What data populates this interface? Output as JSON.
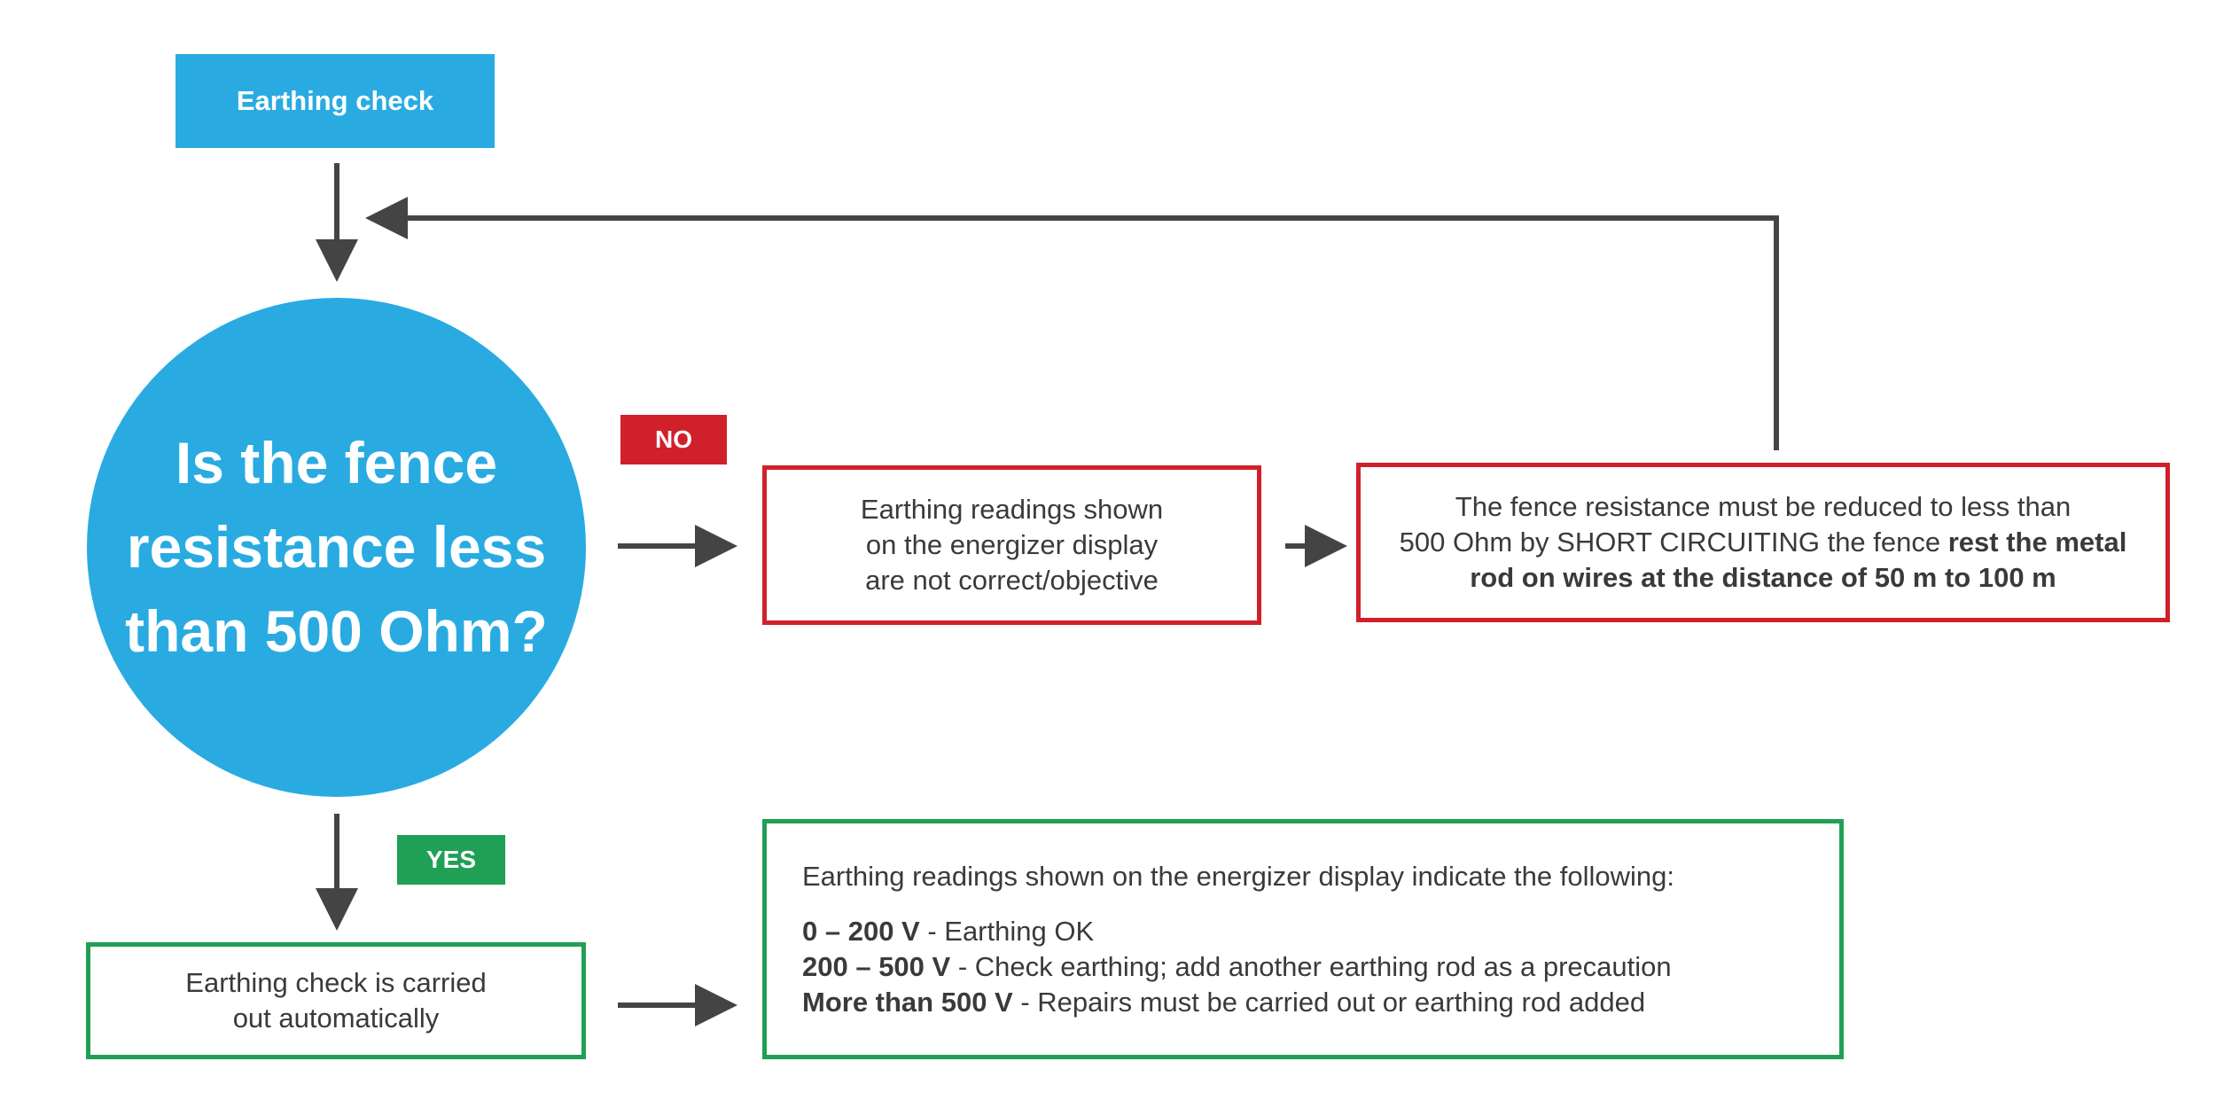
{
  "start": {
    "label": "Earthing check"
  },
  "decision": {
    "lines": [
      "Is the fence",
      "resistance less",
      "than 500 Ohm?"
    ]
  },
  "branches": {
    "no_label": "NO",
    "yes_label": "YES"
  },
  "no_path": {
    "step1": {
      "lines": [
        "Earthing readings shown",
        "on the energizer display",
        "are not correct/objective"
      ]
    },
    "step2": {
      "line1": "The fence resistance must be reduced to less than",
      "line2_plain": "500 Ohm by SHORT CIRCUITING the fence ",
      "line2_bold": "rest the metal",
      "line3_bold": "rod on wires at the distance of 50 m to 100 m"
    }
  },
  "yes_path": {
    "step1": {
      "lines": [
        "Earthing check is carried",
        "out automatically"
      ]
    },
    "step2": {
      "intro": "Earthing readings shown on the energizer display indicate the following:",
      "ranges": [
        {
          "range": "0 – 200 V",
          "text": " - Earthing OK"
        },
        {
          "range": "200 – 500 V",
          "text": " - Check earthing; add another earthing rod as a precaution"
        },
        {
          "range": "More than 500 V",
          "text": " - Repairs must be carried out or earthing rod added"
        }
      ]
    }
  },
  "colors": {
    "blue": "#29abe2",
    "red": "#d0202a",
    "green": "#1fa055",
    "arrow": "#444444",
    "text": "#3a3a3a"
  }
}
